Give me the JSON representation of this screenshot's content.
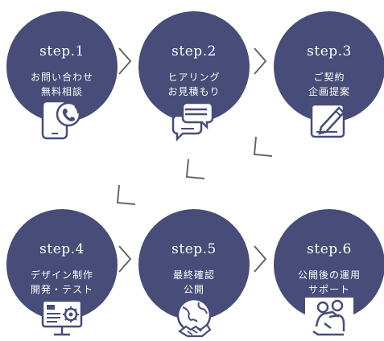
{
  "steps": [
    {
      "number": "step.1",
      "line1": "お問い合わせ",
      "line2": "無料相談",
      "icon": "phone-call-icon"
    },
    {
      "number": "step.2",
      "line1": "ヒアリング",
      "line2": "お見積もり",
      "icon": "chat-bubbles-icon"
    },
    {
      "number": "step.3",
      "line1": "ご契約",
      "line2": "企画提案",
      "icon": "contract-pen-icon"
    },
    {
      "number": "step.4",
      "line1": "デザイン制作",
      "line2": "開発・テスト",
      "icon": "monitor-gear-icon"
    },
    {
      "number": "step.5",
      "line1": "最終確認",
      "line2": "公開",
      "icon": "handshake-globe-icon"
    },
    {
      "number": "step.6",
      "line1": "公開後の運用",
      "line2": "サポート",
      "icon": "support-person-icon"
    }
  ],
  "colors": {
    "circle": "#474c78",
    "text": "#ffffff",
    "arrow": "#666666",
    "icon_stroke": "#474c78"
  }
}
